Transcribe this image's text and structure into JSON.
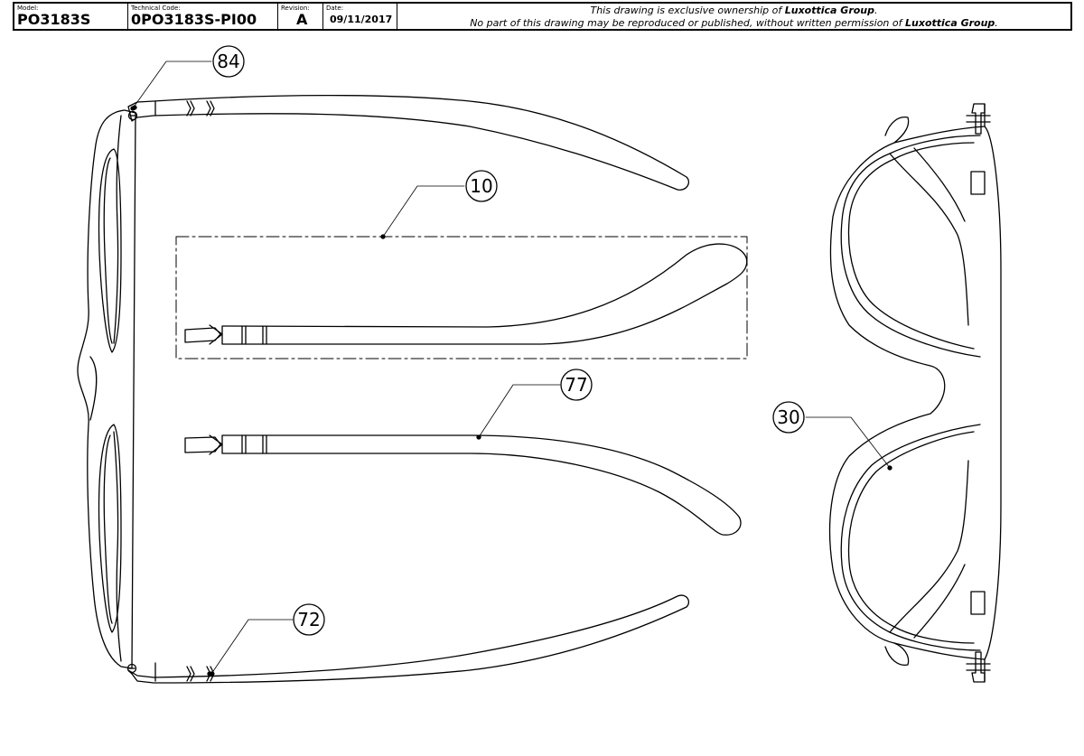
{
  "title_block": {
    "model_label": "Model:",
    "model_value": "PO3183S",
    "technical_code_label": "Technical Code:",
    "technical_code_value": "0PO3183S-PI00",
    "revision_label": "Revision:",
    "revision_value": "A",
    "date_label": "Date:",
    "date_value": "09/11/2017",
    "notice_line1_prefix": "This drawing is exclusive ownership of ",
    "notice_owner": "Luxottica Group",
    "notice_line1_suffix": ".",
    "notice_line2_prefix": "No part of this drawing may be reproduced or published, without written permission of ",
    "notice_line2_owner": "Luxottica Group",
    "notice_line2_suffix": "."
  },
  "callouts": [
    {
      "id": "84"
    },
    {
      "id": "10"
    },
    {
      "id": "77"
    },
    {
      "id": "30"
    },
    {
      "id": "72"
    }
  ]
}
